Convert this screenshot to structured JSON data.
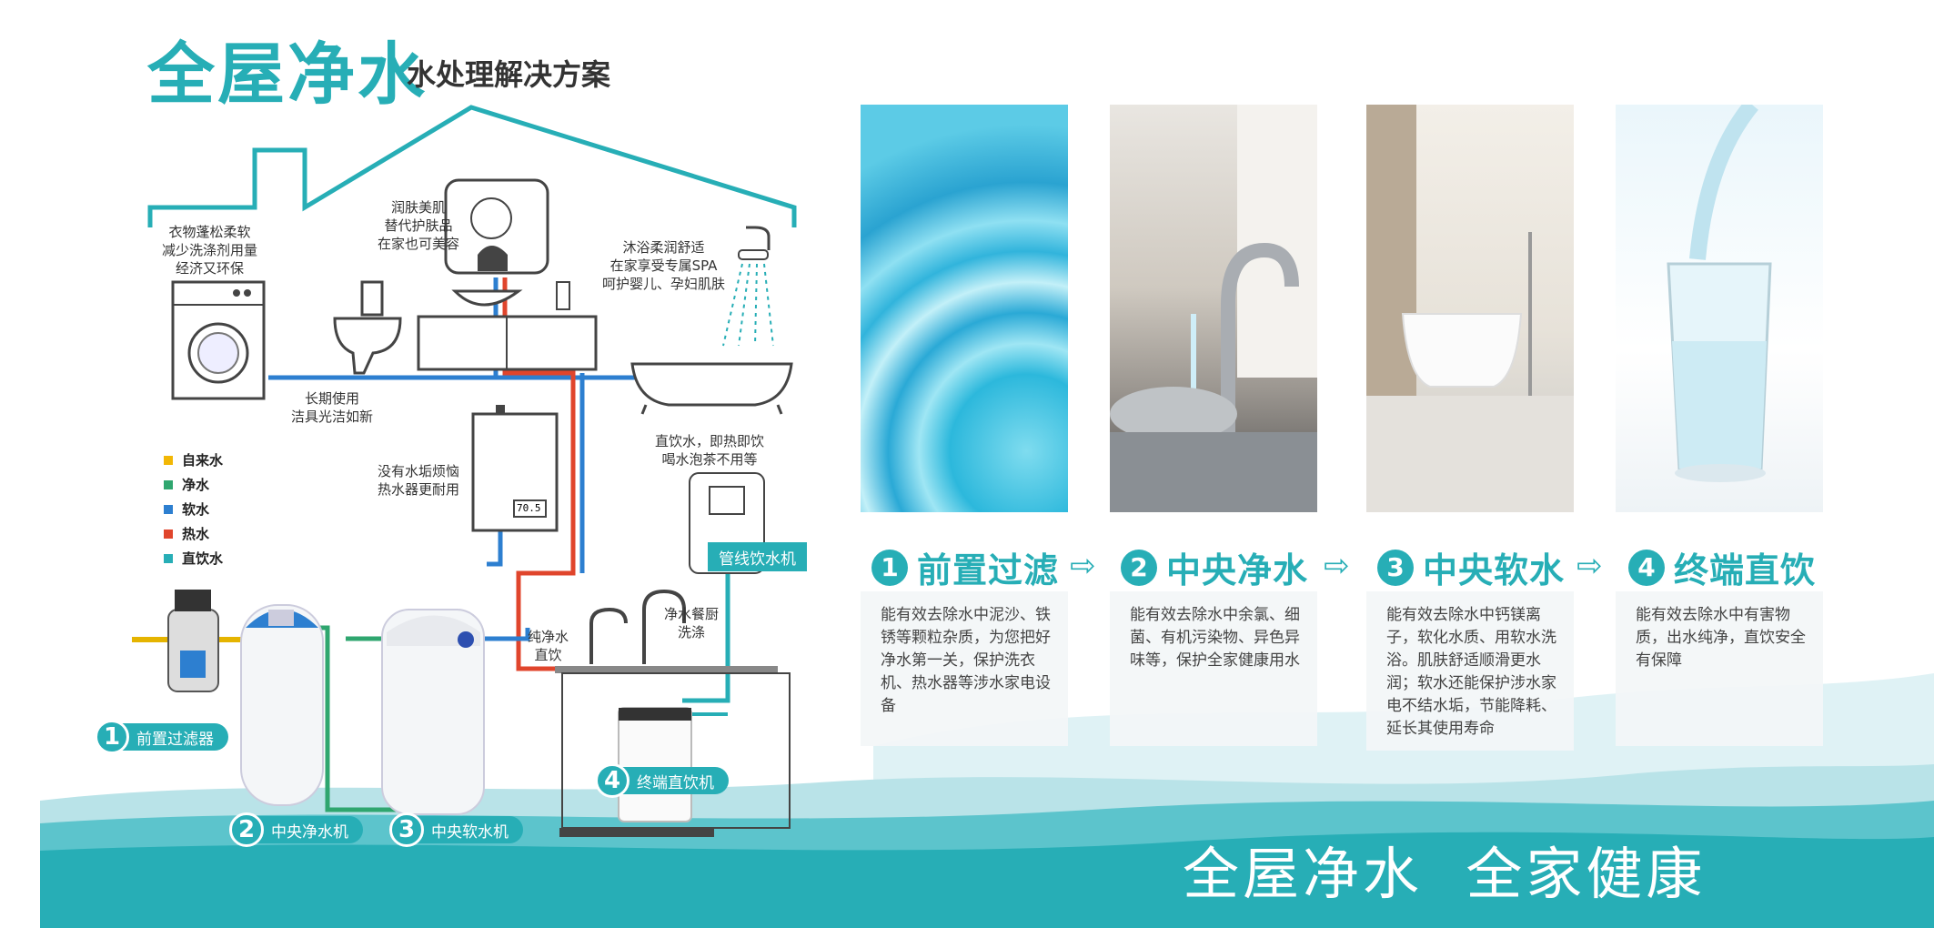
{
  "header": {
    "title": "全屋净水",
    "subtitle": "水处理解决方案"
  },
  "notes": {
    "laundry": [
      "衣物蓬松柔软",
      "减少洗涤剂用量",
      "经济又环保"
    ],
    "skin": [
      "润肤美肌",
      "替代护肤品",
      "在家也可美容"
    ],
    "bath": [
      "沐浴柔润舒适",
      "在家享受专属SPA",
      "呵护婴儿、孕妇肌肤"
    ],
    "fixtures": [
      "长期使用",
      "洁具光洁如新"
    ],
    "heater": [
      "没有水垢烦恼",
      "热水器更耐用"
    ],
    "drinking": [
      "直饮水，即热即饮",
      "喝水泡茶不用等"
    ],
    "tap_pure": [
      "纯净水",
      "直饮"
    ],
    "tap_clean": [
      "净水餐厨",
      "洗涤"
    ],
    "heater_display": "70.5"
  },
  "legend": [
    {
      "label": "自来水",
      "color": "#f2b705"
    },
    {
      "label": "净水",
      "color": "#2fa66f"
    },
    {
      "label": "软水",
      "color": "#2d7fd0"
    },
    {
      "label": "热水",
      "color": "#e0452c"
    },
    {
      "label": "直饮水",
      "color": "#27aeb6"
    }
  ],
  "device_labels": {
    "pipeline_drinker": "管线饮水机",
    "prefilter": {
      "num": "1",
      "text": "前置过滤器"
    },
    "central_purifier": {
      "num": "2",
      "text": "中央净水机"
    },
    "central_softener": {
      "num": "3",
      "text": "中央软水机"
    },
    "terminal_drinker": {
      "num": "4",
      "text": "终端直饮机"
    }
  },
  "steps": [
    {
      "num": "1",
      "title": "前置过滤",
      "desc": "能有效去除水中泥沙、铁锈等颗粒杂质，为您把好净水第一关，保护洗衣机、热水器等涉水家电设备"
    },
    {
      "num": "2",
      "title": "中央净水",
      "desc": "能有效去除水中余氯、细菌、有机污染物、异色异味等，保护全家健康用水"
    },
    {
      "num": "3",
      "title": "中央软水",
      "desc": "能有效去除水中钙镁离子，软化水质、用软水洗浴。肌肤舒适顺滑更水润；软水还能保护涉水家电不结水垢，节能降耗、延长其使用寿命"
    },
    {
      "num": "4",
      "title": "终端直饮",
      "desc": "能有效去除水中有害物质，出水纯净，直饮安全有保障"
    }
  ],
  "slogan": "全屋净水  全家健康",
  "colors": {
    "accent": "#27aeb6",
    "tap": "#f2b705",
    "pure": "#2fa66f",
    "soft": "#2d7fd0",
    "hot": "#e0452c",
    "drink": "#27aeb6"
  }
}
